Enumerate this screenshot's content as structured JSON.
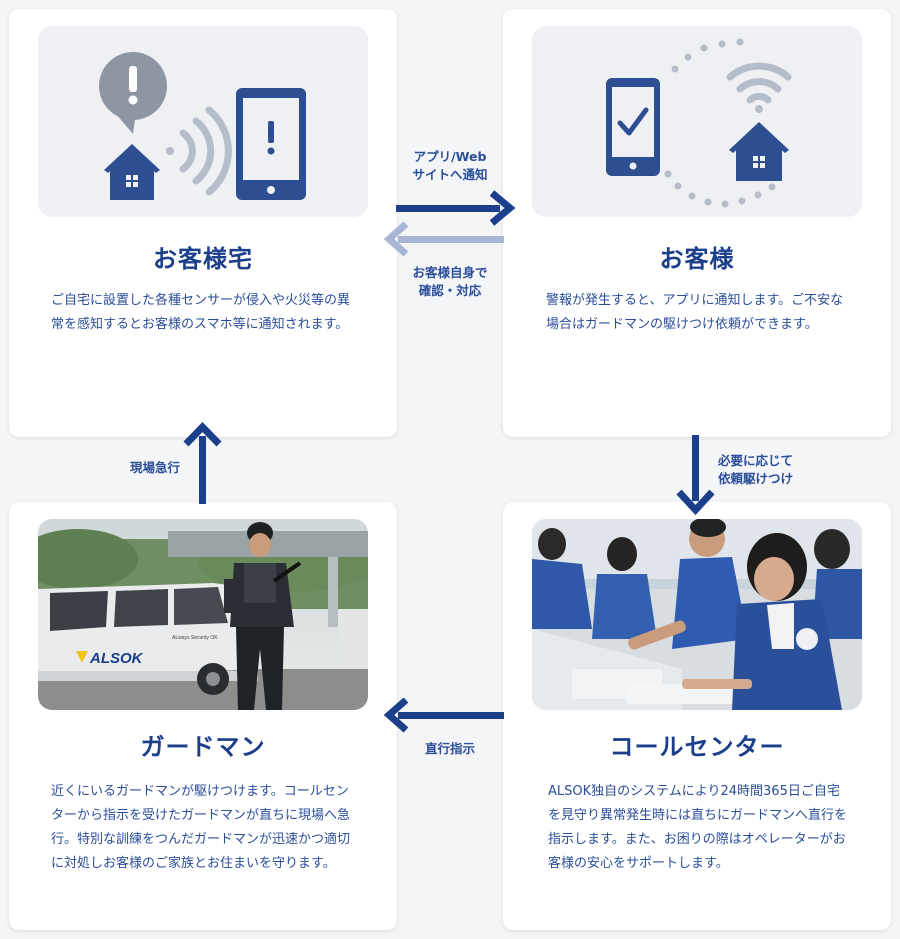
{
  "cards": {
    "home": {
      "title": "お客様宅",
      "desc": "ご自宅に設置した各種センサーが侵入や火災等の異常を感知するとお客様のスマホ等に通知されます。"
    },
    "customer": {
      "title": "お客様",
      "desc": "警報が発生すると、アプリに通知します。ご不安な場合はガードマンの駆けつけ依頼ができます。"
    },
    "guard": {
      "title": "ガードマン",
      "desc": "近くにいるガードマンが駆けつけます。コールセンターから指示を受けたガードマンが直ちに現場へ急行。特別な訓練をつんだガードマンが迅速かつ適切に対処しお客様のご家族とお住まいを守ります。",
      "van_logo": "ALSOK",
      "van_text": "ALways Security OK"
    },
    "center": {
      "title": "コールセンター",
      "desc": "ALSOK独自のシステムにより24時間365日ご自宅を見守り異常発生時には直ちにガードマンへ直行を指示します。また、お困りの際はオペレーターがお客様の安心をサポートします。"
    }
  },
  "arrows": {
    "notify": {
      "line1": "アプリ/Web",
      "line2": "サイトへ通知"
    },
    "self": {
      "line1": "お客様自身で",
      "line2": "確認・対応"
    },
    "request": {
      "line1": "必要に応じて",
      "line2": "依頼駆けつけ"
    },
    "dispatch": "直行指示",
    "rush": "現場急行"
  },
  "colors": {
    "navy": "#1b3f8b",
    "icon": "#2d4f92",
    "light_arrow": "#a7b6d4",
    "illus_bg": "#eef0f4"
  },
  "icons": [
    "alert-bubble-icon",
    "house-icon",
    "wifi-signal-icon",
    "smartphone-alert-icon",
    "smartphone-check-icon",
    "wifi-icon"
  ]
}
